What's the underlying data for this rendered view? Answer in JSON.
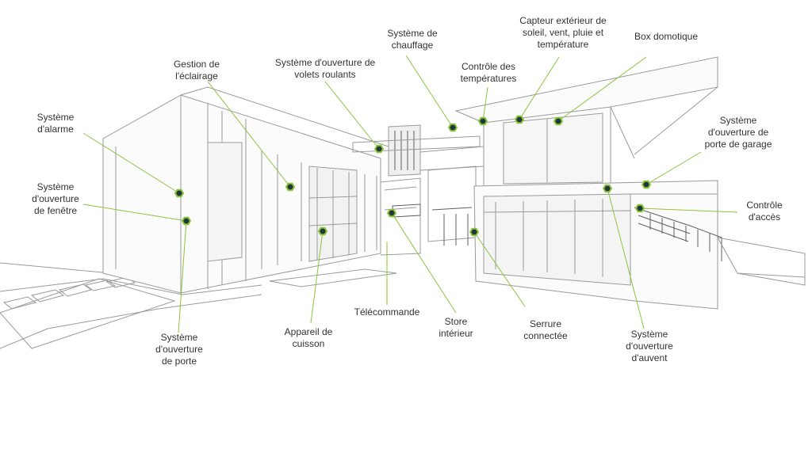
{
  "colors": {
    "sketch_line": "#9a9a9a",
    "sketch_dark": "#5f5f5f",
    "sketch_fill": "#f5f5f5",
    "leader": "#8cc43f",
    "marker_fill": "#1f3a37",
    "marker_stroke": "#8cc43f",
    "label_text": "#333333"
  },
  "icons": {
    "marker": "hexagon-marker-icon"
  },
  "labels": [
    {
      "id": "systeme-alarme",
      "text": "Système\nd'alarme"
    },
    {
      "id": "ouverture-fenetre",
      "text": "Système\nd'ouverture\nde fenêtre"
    },
    {
      "id": "gestion-eclairage",
      "text": "Gestion de\nl'éclairage"
    },
    {
      "id": "volets-roulants",
      "text": "Système d'ouverture de\nvolets roulants"
    },
    {
      "id": "chauffage",
      "text": "Système de\nchauffage"
    },
    {
      "id": "controle-temperatures",
      "text": "Contrôle des\ntempératures"
    },
    {
      "id": "capteur-exterieur",
      "text": "Capteur extérieur de\nsoleil, vent, pluie et\ntempérature"
    },
    {
      "id": "box-domotique",
      "text": "Box domotique"
    },
    {
      "id": "porte-garage",
      "text": "Système\nd'ouverture de\nporte de garage"
    },
    {
      "id": "controle-acces",
      "text": "Contrôle\nd'accès"
    },
    {
      "id": "ouverture-auvent",
      "text": "Système\nd'ouverture\nd'auvent"
    },
    {
      "id": "serrure-connectee",
      "text": "Serrure\nconnectée"
    },
    {
      "id": "store-interieur",
      "text": "Store\nintérieur"
    },
    {
      "id": "telecommande",
      "text": "Télécommande"
    },
    {
      "id": "appareil-cuisson",
      "text": "Appareil de\ncuisson"
    },
    {
      "id": "ouverture-porte",
      "text": "Système\nd'ouverture\nde porte"
    }
  ]
}
